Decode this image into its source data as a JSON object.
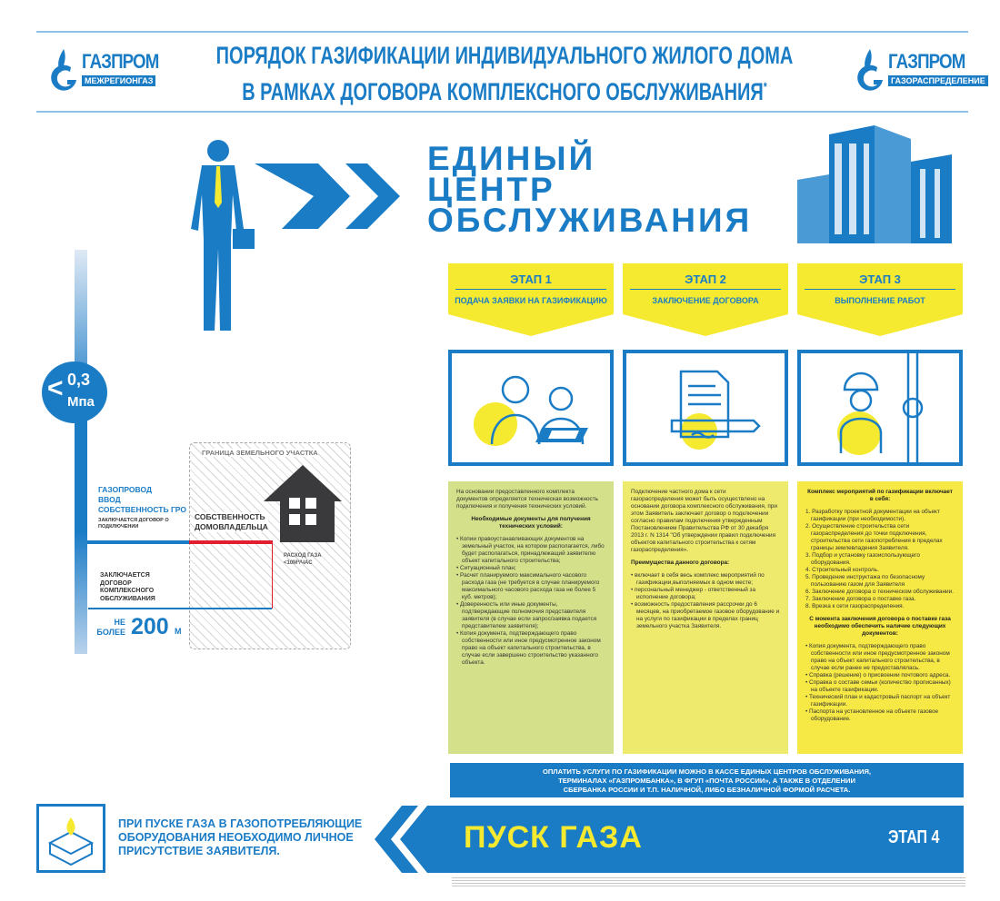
{
  "header": {
    "title_line1": "ПОРЯДОК ГАЗИФИКАЦИИ ИНДИВИДУАЛЬНОГО ЖИЛОГО ДОМА",
    "title_line2": "В РАМКАХ ДОГОВОРА КОМПЛЕКСНОГО ОБСЛУЖИВАНИЯ",
    "asterisk": "*",
    "logo_left": {
      "name": "ГАЗПРОМ",
      "sub": "МЕЖРЕГИОНГАЗ"
    },
    "logo_right": {
      "name": "ГАЗПРОМ",
      "sub": "ГАЗОРАСПРЕДЕЛЕНИЕ"
    }
  },
  "center_title": [
    "ЕДИНЫЙ",
    "ЦЕНТР",
    "ОБСЛУЖИВАНИЯ"
  ],
  "pressure": {
    "symbol": "<",
    "value": "0,3",
    "unit": "Мпа"
  },
  "scheme": {
    "boundary": "ГРАНИЦА ЗЕМЕЛЬНОГО УЧАСТКА",
    "pipeline": [
      "ГАЗОПРОВОД",
      "ВВОД",
      "СОБСТВЕННОСТЬ ГРО"
    ],
    "connection_contract": "ЗАКЛЮЧАЕТСЯ ДОГОВОР О ПОДКЛЮЧЕНИИ",
    "owner": [
      "СОБСТВЕННОСТЬ",
      "ДОМОВЛАДЕЛЬЦА"
    ],
    "gas_flow": [
      "РАСХОД ГАЗА",
      "<10М³/ЧАС"
    ],
    "complex_contract": [
      "ЗАКЛЮЧАЕТСЯ",
      "ДОГОВОР",
      "КОМПЛЕКСНОГО",
      "ОБСЛУЖИВАНИЯ"
    ],
    "distance_prefix": [
      "НЕ",
      "БОЛЕЕ"
    ],
    "distance": "200",
    "distance_unit": "М"
  },
  "stages": [
    {
      "label": "ЭТАП 1",
      "title": "ПОДАЧА ЗАЯВКИ НА ГАЗИФИКАЦИЮ",
      "color": "#d5e18a",
      "intro": "На основании предоставленного комплекта документов определяется техническая возможность подключения и получения технических условий.",
      "heading": "Необходимые документы для получения технических условий:",
      "items": [
        "Копии правоустанавливающих документов на земельный участок, на котором располагается, либо будет располагаться, принадлежащий заявителю объект капитального строительства;",
        "Ситуационный план;",
        "Расчет планируемого максимального часового расхода газа (не требуется в случае планируемого максимального часового расхода газа не более 5 куб. метров);",
        "Доверенность или иные документы, подтверждающие полномочия представителя заявителя (в случае если запрос/заявка подается представителем заявителя);",
        "Копия документа, подтверждающего право собственности или иное предусмотренное законом право на объект капитального строительства, в случае если завершено строительство указанного объекта."
      ]
    },
    {
      "label": "ЭТАП 2",
      "title": "ЗАКЛЮЧЕНИЕ ДОГОВОРА",
      "color": "#eeea6e",
      "intro": "Подключение частного дома к сети газораспределения может быть осуществлено на основании договора комплексного обслуживания, при этом Заявитель заключает договор о подключении согласно правилам подключения утвержденным Постановлением Правительства РФ от 30 декабря 2013 г. N 1314 \"Об утверждении правил подключения объектов капитального строительства к сетям газораспределения».",
      "heading": "Преимущества данного договора:",
      "items": [
        "включает в себя весь комплекс мероприятий по газификации,выполняемых в одном месте;",
        "персональный менеджер - ответственный за исполнение договора;",
        "возможность предоставления рассрочки до 6 месяцев, на приобретаемое газовое оборудование и на услуги по газификации в пределах границ земельного участка Заявителя."
      ]
    },
    {
      "label": "ЭТАП 3",
      "title": "ВЫПОЛНЕНИЕ РАБОТ",
      "color": "#f6e845",
      "heading": "Комплекс мероприятий по газификации включает в себя:",
      "steps": [
        "1. Разработку проектной документации на объект газификации (при необходимости).",
        "2. Осуществление строительства сети газораспределения до точки подключения, строительства сети газопотребления в пределах границы землевладения Заявителя.",
        "3. Подбор и установку газоиспользующего оборудования.",
        "4. Строительный контроль.",
        "5. Проведение инструктажа по безопасному пользованию газом для Заявителя",
        "6. Заключение договора о техническом обслуживании.",
        "7. Заключение договора о поставке газа.",
        "8. Врезка к сети газораспределения."
      ],
      "heading2": "С момента заключения договора о поставке газа необходимо обеспечить наличие следующих документов:",
      "items": [
        "Копия документа, подтверждающего право собственности или иное предусмотренное законом право на объект капитального строительства, в случае если ранее не предоставлялась.",
        "Справка (решение) о присвоении почтового адреса.",
        "Справка о составе семьи (количество прописанных) на объекте газификации.",
        "Технический план и кадастровый паспорт на объект газификации.",
        "Паспорта на установленное на объекте газовое оборудование."
      ]
    }
  ],
  "payment": [
    "ОПЛАТИТЬ УСЛУГИ ПО ГАЗИФИКАЦИИ МОЖНО В КАССЕ ЕДИНЫХ ЦЕНТРОВ ОБСЛУЖИВАНИЯ,",
    "ТЕРМИНАЛАХ «ГАЗПРОМБАНКА», В ФГУП «ПОЧТА РОССИИ», А ТАКЖЕ В ОТДЕЛЕНИИ",
    "СБЕРБАНКА РОССИИ И Т.П. НАЛИЧНОЙ, ЛИБО БЕЗНАЛИЧНОЙ ФОРМОЙ РАСЧЕТА."
  ],
  "launch": {
    "title": "ПУСК ГАЗА",
    "stage": "ЭТАП 4"
  },
  "note": [
    "ПРИ ПУСКЕ ГАЗА В ГАЗОПОТРЕБЛЯЮЩИЕ",
    "ОБОРУДОВАНИЯ НЕОБХОДИМО ЛИЧНОЕ",
    "ПРИСУТСТВИЕ ЗАЯВИТЕЛЯ."
  ],
  "colors": {
    "blue": "#1b7cc6",
    "yellow": "#f5ea2f",
    "red": "#e02030",
    "dark": "#3a3a3c"
  }
}
